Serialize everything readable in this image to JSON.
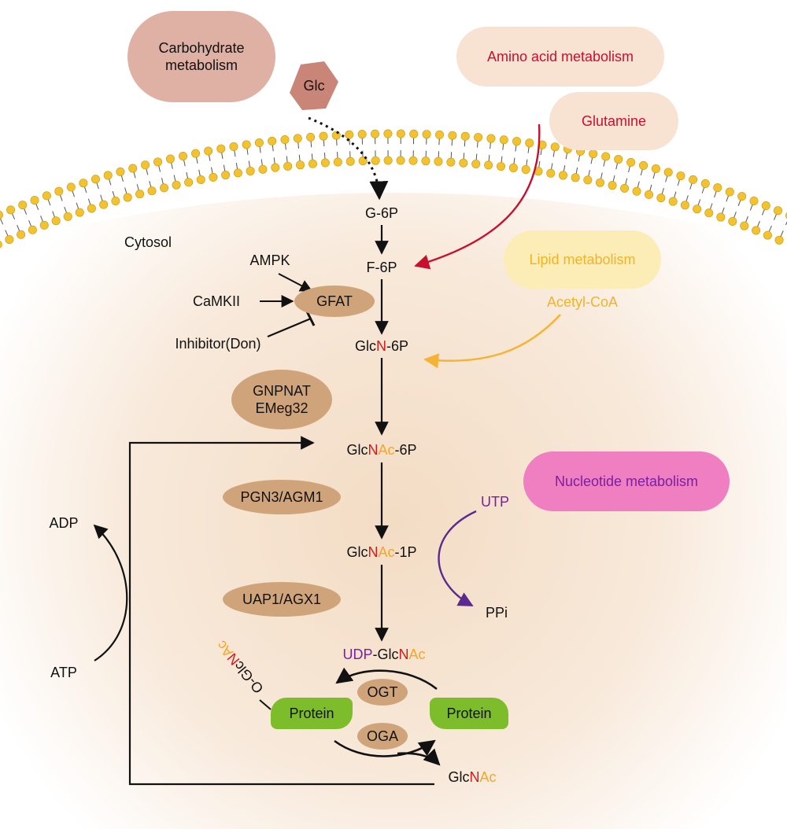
{
  "colors": {
    "carb_box": "#dfb0a4",
    "glc_hex": "#c98577",
    "amino_box": "#f8e3d2",
    "amino_text": "#c8102e",
    "lipid_box": "#fbedb5",
    "lipid_text": "#f0b429",
    "nucleotide_box": "#ef7fc0",
    "nucleotide_text": "#7b1fa2",
    "enzyme": "#d0a47a",
    "protein": "#7dbc2a",
    "membrane_head": "#f2c230",
    "glutamine_arrow": "#c8102e",
    "acetyl_arrow": "#f5b335",
    "utp_arrow": "#5b2a8e",
    "black": "#111111",
    "n_red": "#d7191c",
    "ac_orange": "#f5a623"
  },
  "boxes": {
    "carbohydrate": [
      "Carbohydrate",
      "metabolism"
    ],
    "glc": "Glc",
    "amino_acid": "Amino acid metabolism",
    "glutamine": "Glutamine",
    "lipid": "Lipid metabolism",
    "acetyl_coa": "Acetyl-CoA",
    "nucleotide": "Nucleotide metabolism"
  },
  "cytosol": "Cytosol",
  "metabolites": {
    "g6p": "G-6P",
    "f6p": "F-6P",
    "glcn6p": {
      "a": "Glc",
      "b": "N",
      "c": "-6P"
    },
    "glcnac6p": {
      "a": "Glc",
      "b": "N",
      "c": "Ac",
      "d": "-6P"
    },
    "glcnac1p": {
      "a": "Glc",
      "b": "N",
      "c": "Ac",
      "d": "-1P"
    },
    "udp_glcnac": {
      "a": "UDP",
      "b": "-Glc",
      "c": "N",
      "d": "Ac"
    },
    "glcnac": {
      "a": "Glc",
      "b": "N",
      "c": "Ac"
    },
    "o_glcnac": {
      "a": "O-Glc",
      "b": "N",
      "c": "Ac"
    },
    "utp": "UTP",
    "ppi": "PPi",
    "adp": "ADP",
    "atp": "ATP"
  },
  "regulators": {
    "ampk": "AMPK",
    "camkii": "CaMKII",
    "inhibitor": "Inhibitor(Don)"
  },
  "enzymes": {
    "gfat": "GFAT",
    "gnpnat": [
      "GNPNAT",
      "EMeg32"
    ],
    "pgn3": "PGN3/AGM1",
    "uap1": "UAP1/AGX1",
    "ogt": "OGT",
    "oga": "OGA"
  },
  "protein_label": "Protein"
}
